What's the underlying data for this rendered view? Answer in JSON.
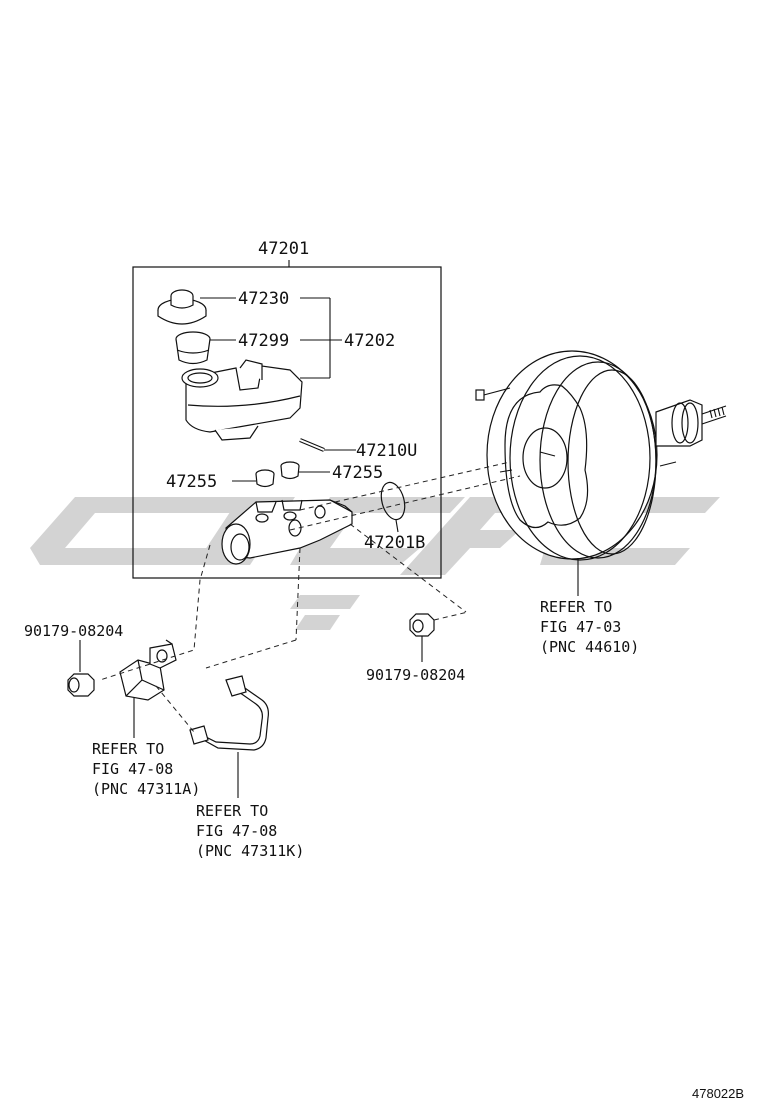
{
  "watermark": {
    "color": "#d3d3d3"
  },
  "figure_code": "478022B",
  "labels": {
    "assy": "47201",
    "cap": "47230",
    "strainer": "47299",
    "reservoir": "47202",
    "pin": "47210U",
    "grommet_left": "47255",
    "grommet_right": "47255",
    "oring": "47201B",
    "nut_left": "90179-08204",
    "nut_right": "90179-08204"
  },
  "refs": {
    "booster": [
      "REFER TO",
      "FIG 47-03",
      "(PNC 44610)"
    ],
    "tube_a": [
      "REFER TO",
      "FIG 47-08",
      "(PNC 47311A)"
    ],
    "tube_k": [
      "REFER TO",
      "FIG 47-08",
      "(PNC 47311K)"
    ]
  }
}
